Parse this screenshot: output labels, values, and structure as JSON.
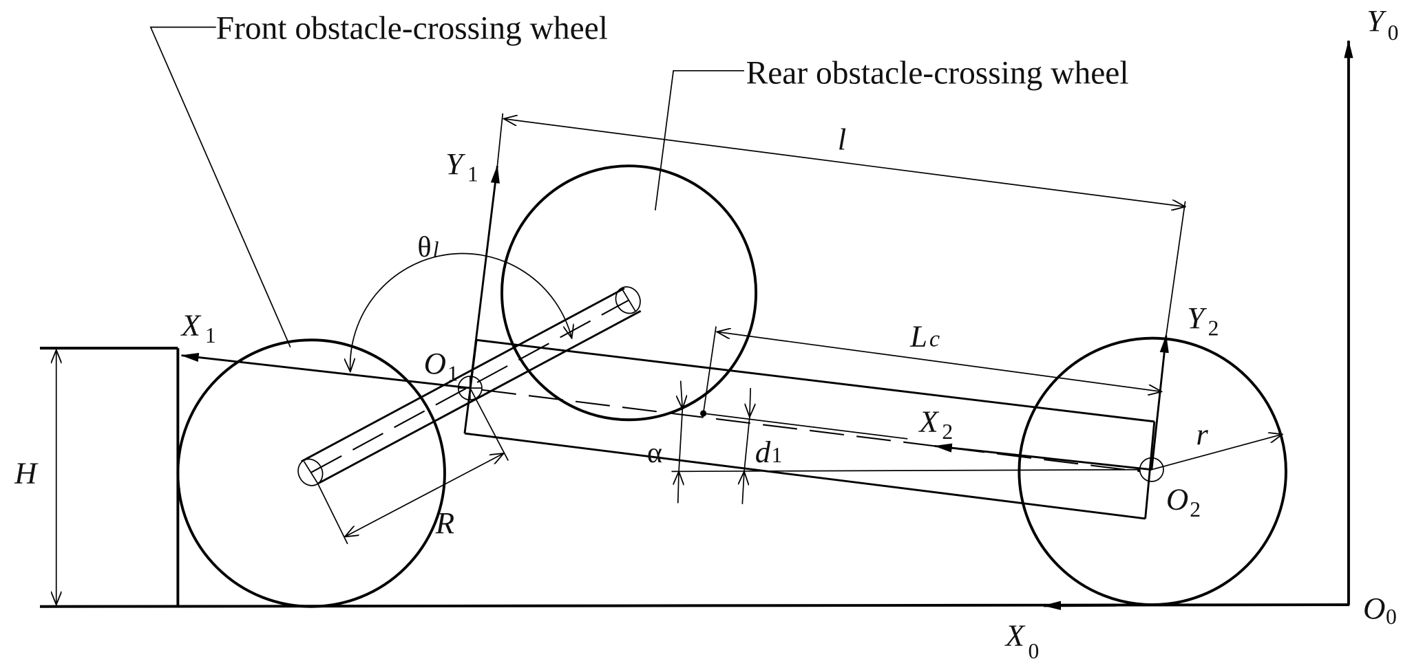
{
  "diagram": {
    "callouts": {
      "front_wheel": "Front obstacle-crossing wheel",
      "rear_wheel": "Rear obstacle-crossing wheel"
    },
    "axes": {
      "x0": {
        "main": "X",
        "sub": "0"
      },
      "y0": {
        "main": "Y",
        "sub": "0"
      },
      "o0": {
        "main": "O",
        "sub": "0"
      },
      "x1": {
        "main": "X",
        "sub": "1"
      },
      "y1": {
        "main": "Y",
        "sub": "1"
      },
      "o1": {
        "main": "O",
        "sub": "1"
      },
      "x2": {
        "main": "X",
        "sub": "2"
      },
      "y2": {
        "main": "Y",
        "sub": "2"
      },
      "o2": {
        "main": "O",
        "sub": "2"
      }
    },
    "dimensions": {
      "l": "l",
      "lc": {
        "main": "L",
        "sub": "c"
      },
      "theta": {
        "main": "θ",
        "sub": "l"
      },
      "alpha": "α",
      "d1": {
        "main": "d",
        "sub": "1"
      },
      "H": "H",
      "R": "R",
      "r": "r"
    },
    "colors": {
      "ink": "#000000",
      "background": "#ffffff"
    }
  }
}
